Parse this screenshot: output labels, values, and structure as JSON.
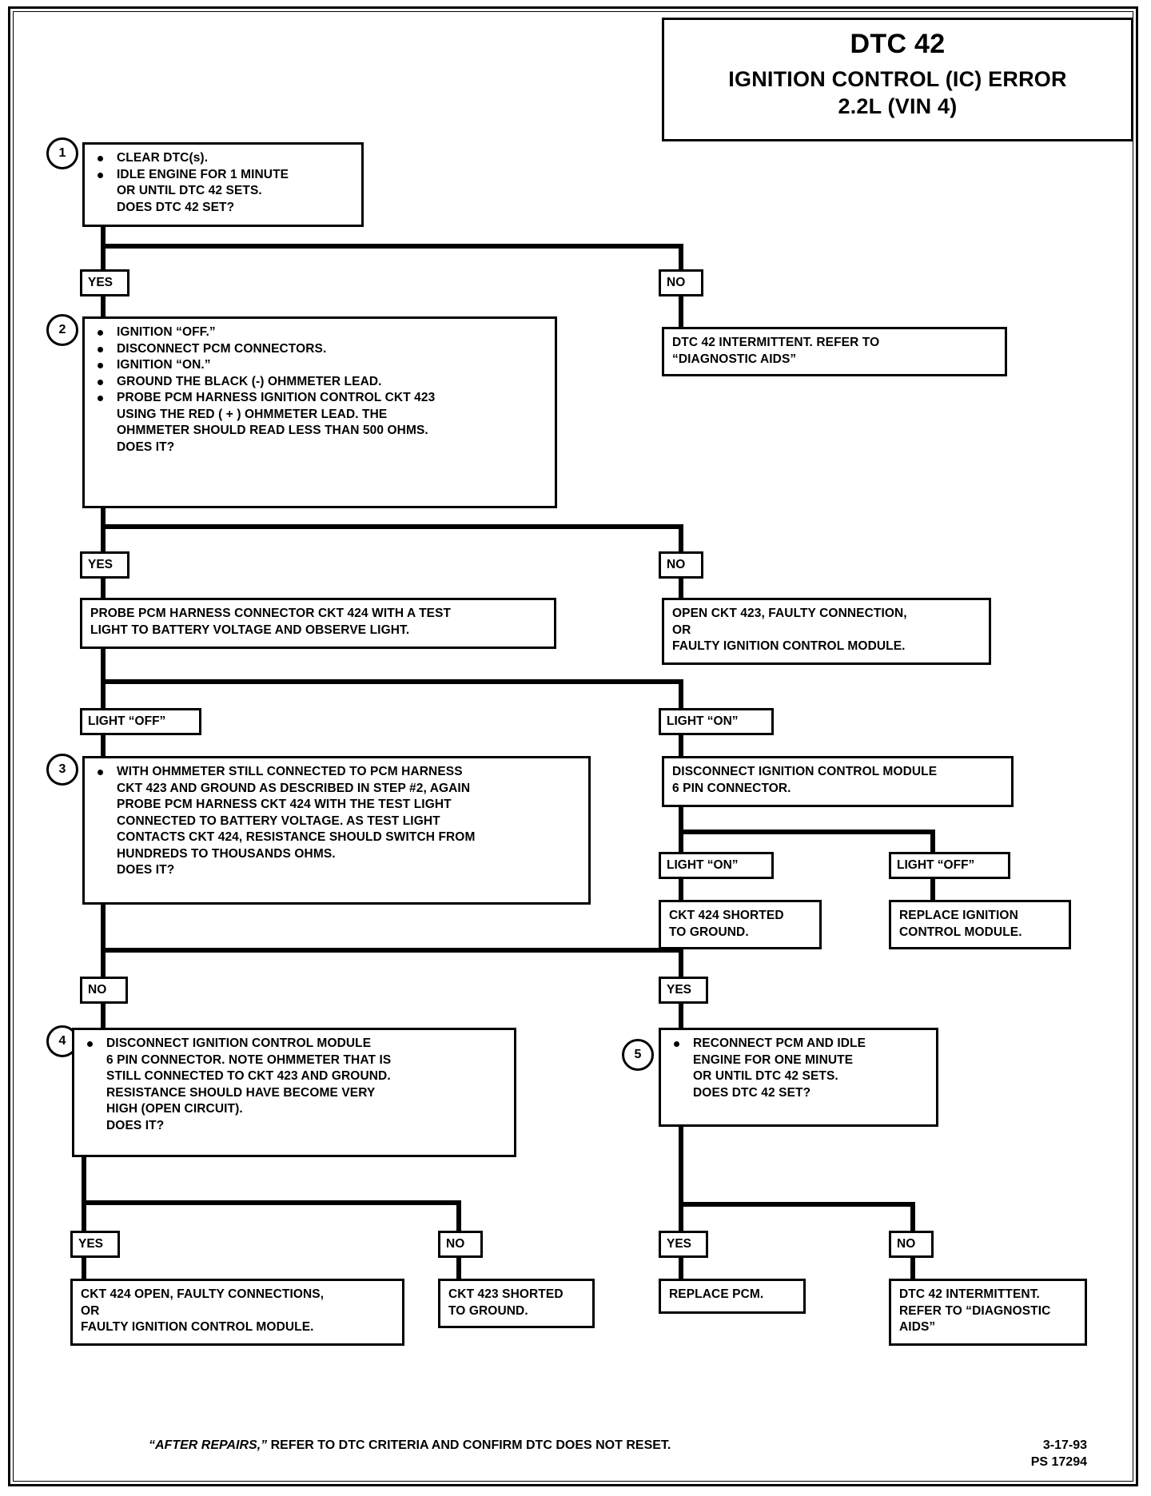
{
  "title": {
    "code": "DTC 42",
    "line2": "IGNITION CONTROL (IC) ERROR",
    "line3": "2.2L  (VIN 4)"
  },
  "steps": {
    "s1": {
      "number": "1",
      "bullets": [
        "CLEAR DTC(s).",
        "IDLE ENGINE FOR 1 MINUTE\nOR UNTIL DTC 42 SETS."
      ],
      "question": "DOES DTC 42 SET?"
    },
    "s2": {
      "number": "2",
      "bullets": [
        "IGNITION “OFF.”",
        "DISCONNECT PCM CONNECTORS.",
        "IGNITION “ON.”",
        "GROUND THE BLACK (-) OHMMETER LEAD.",
        "PROBE PCM HARNESS IGNITION CONTROL CKT 423\nUSING THE RED ( + ) OHMMETER LEAD.  THE\nOHMMETER SHOULD READ LESS THAN 500 OHMS."
      ],
      "question": "DOES IT?"
    },
    "s3": {
      "number": "3",
      "bullets": [
        "WITH OHMMETER STILL CONNECTED TO PCM HARNESS\nCKT 423 AND GROUND AS DESCRIBED IN STEP #2, AGAIN\nPROBE PCM HARNESS CKT 424 WITH THE TEST LIGHT\nCONNECTED TO BATTERY VOLTAGE.  AS TEST LIGHT\nCONTACTS CKT 424, RESISTANCE SHOULD SWITCH FROM\nHUNDREDS TO THOUSANDS OHMS."
      ],
      "question": "DOES IT?"
    },
    "s4": {
      "number": "4",
      "bullets": [
        "DISCONNECT IGNITION CONTROL MODULE\n6 PIN CONNECTOR.  NOTE OHMMETER THAT IS\nSTILL CONNECTED TO CKT 423 AND GROUND.\nRESISTANCE SHOULD HAVE BECOME VERY\nHIGH (OPEN CIRCUIT)."
      ],
      "question": "DOES IT?"
    },
    "s5": {
      "number": "5",
      "bullets": [
        "RECONNECT PCM AND IDLE\nENGINE FOR ONE MINUTE\nOR UNTIL DTC 42 SETS."
      ],
      "question": "DOES DTC 42 SET?"
    }
  },
  "boxes": {
    "intermittent_top": "DTC 42 INTERMITTENT.  REFER TO\n“DIAGNOSTIC AIDS”",
    "probe_424": "PROBE PCM HARNESS CONNECTOR CKT 424 WITH A TEST\nLIGHT TO BATTERY VOLTAGE AND OBSERVE LIGHT.",
    "open_423": "OPEN CKT 423, FAULTY CONNECTION,\nOR\nFAULTY IGNITION CONTROL MODULE.",
    "disconnect_icm": "DISCONNECT IGNITION CONTROL MODULE\n6 PIN CONNECTOR.",
    "ckt424_short": "CKT 424 SHORTED\nTO GROUND.",
    "replace_icm": "REPLACE IGNITION\nCONTROL MODULE.",
    "ckt424_open": "CKT 424 OPEN, FAULTY CONNECTIONS,\nOR\nFAULTY IGNITION CONTROL MODULE.",
    "ckt423_short": "CKT 423 SHORTED\nTO GROUND.",
    "replace_pcm": "REPLACE PCM.",
    "intermittent_bottom": "DTC 42 INTERMITTENT.\nREFER TO “DIAGNOSTIC\nAIDS”"
  },
  "labels": {
    "yes1": "YES",
    "no1": "NO",
    "yes2": "YES",
    "no2": "NO",
    "light_off_1": "LIGHT “OFF”",
    "light_on_1": "LIGHT “ON”",
    "light_on_2": "LIGHT “ON”",
    "light_off_2": "LIGHT “OFF”",
    "no3": "NO",
    "yes3": "YES",
    "yes4": "YES",
    "no4": "NO",
    "yes5": "YES",
    "no5": "NO"
  },
  "footer": {
    "note_italic": "“AFTER REPAIRS,”",
    "note_rest": " REFER TO DTC CRITERIA AND CONFIRM DTC DOES NOT RESET.",
    "date": "3-17-93",
    "ps": "PS 17294"
  }
}
